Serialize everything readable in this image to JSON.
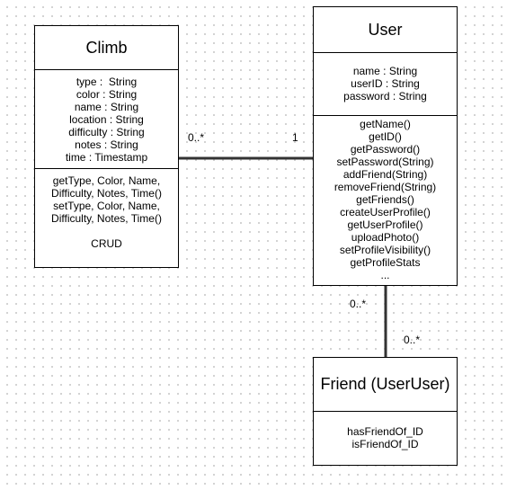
{
  "classes": {
    "climb": {
      "name": "Climb",
      "attributes": [
        "type :  String",
        "color : String",
        "name : String",
        "location : String",
        "difficulty : String",
        "notes : String",
        "time : Timestamp"
      ],
      "methods": [
        "getType, Color, Name,",
        "Difficulty, Notes, Time()",
        "setType, Color, Name,",
        "Difficulty, Notes, Time()",
        "",
        "CRUD"
      ]
    },
    "user": {
      "name": "User",
      "attributes": [
        "name : String",
        "userID : String",
        "password : String"
      ],
      "methods": [
        "getName()",
        "getID()",
        "getPassword()",
        "setPassword(String)",
        "addFriend(String)",
        "removeFriend(String)",
        "getFriends()",
        "createUserProfile()",
        "getUserProfile()",
        "uploadPhoto()",
        "setProfileVisibility()",
        "getProfileStats",
        "..."
      ]
    },
    "friend": {
      "name": "Friend (UserUser)",
      "attributes": [
        "hasFriendOf_ID",
        "isFriendOf_ID"
      ]
    }
  },
  "associations": {
    "climb_user": {
      "climb_end": "0..*",
      "user_end": "1"
    },
    "user_friend": {
      "user_end": "0..*",
      "friend_end": "0..*"
    }
  }
}
